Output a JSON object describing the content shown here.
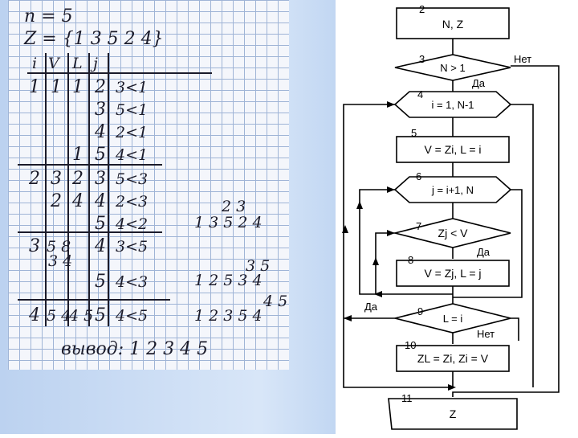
{
  "photo": {
    "header_n": "n = 5",
    "header_z": "Z = {1  3  5  2  4}",
    "col_headers": [
      "i",
      "V",
      "L",
      "j"
    ],
    "rows": [
      {
        "i": "1",
        "v": "1",
        "l": "1",
        "j": "2",
        "cmp": "3<1"
      },
      {
        "i": "",
        "v": "",
        "l": "",
        "j": "3",
        "cmp": "5<1"
      },
      {
        "i": "",
        "v": "",
        "l": "",
        "j": "4",
        "cmp": "2<1"
      },
      {
        "i": "",
        "v": "",
        "l": "1",
        "j": "5",
        "cmp": "4<1"
      },
      {
        "i": "2",
        "v": "3",
        "l": "2",
        "j": "3",
        "cmp": "5<3"
      },
      {
        "i": "",
        "v": "2",
        "l": "4",
        "j": "4",
        "cmp": "2<3"
      },
      {
        "i": "",
        "v": "",
        "l": "",
        "j": "5",
        "cmp": "4<2"
      },
      {
        "i": "3",
        "v": "5 8",
        "l": "4",
        "j": "4",
        "cmp": "3<5"
      },
      {
        "i": "",
        "v": "3 4",
        "l": "",
        "j": "",
        "cmp": ""
      },
      {
        "i": "",
        "v": "",
        "l": "",
        "j": "5",
        "cmp": "4<3"
      },
      {
        "i": "4",
        "v": "5 4",
        "l": "4 5",
        "j": "5",
        "cmp": "4<5"
      }
    ],
    "arrays": [
      {
        "top": "2   3",
        "main": "1  3  5  2  4"
      },
      {
        "top": "3  5",
        "main": "1  2  5  3  4"
      },
      {
        "top": "4  5",
        "main": "1  2  3  5  4"
      }
    ],
    "output": "вывод:  1 2 3 4 5"
  },
  "flowchart": {
    "nodes": {
      "n2": {
        "num": "2",
        "label": "N, Z"
      },
      "n3": {
        "num": "3",
        "label": "N > 1"
      },
      "n4": {
        "num": "4",
        "label": "i = 1, N-1"
      },
      "n5": {
        "num": "5",
        "label": "V = Zi, L = i"
      },
      "n6": {
        "num": "6",
        "label": "j = i+1, N"
      },
      "n7": {
        "num": "7",
        "label": "Zj < V"
      },
      "n8": {
        "num": "8",
        "label": "V = Zj, L = j"
      },
      "n9": {
        "num": "9",
        "label": "L = i"
      },
      "n10": {
        "num": "10",
        "label": "ZL = Zi, Zi = V"
      },
      "n11": {
        "num": "11",
        "label": "Z"
      }
    },
    "labels": {
      "no": "Нет",
      "yes": "Да"
    }
  }
}
